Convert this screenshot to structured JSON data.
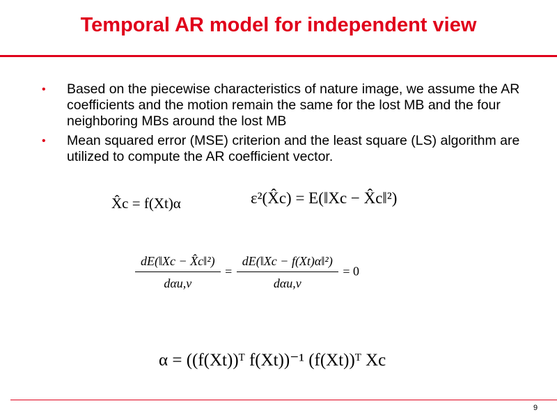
{
  "title": "Temporal AR model for independent view",
  "bullets": [
    "Based on the piecewise characteristics of nature image, we assume the AR coefficients and the motion remain the same for the lost MB and the four neighboring MBs around the lost MB",
    "Mean squared error (MSE) criterion and the least square (LS) algorithm are utilized to compute the AR coefficient vector."
  ],
  "equations": {
    "eq1": "X̂c = f(Xt)α",
    "eq2": "ε²(X̂c) = E(‖Xc − X̂c‖²)",
    "eq3_left_num": "dE(‖Xc − X̂c‖²)",
    "eq3_left_den": "dαu,v",
    "eq3_right_num": "dE(‖Xc − f(Xt)α‖²)",
    "eq3_right_den": "dαu,v",
    "eq3_result": "0",
    "eq4": "α = ((f(Xt))ᵀ f(Xt))⁻¹ (f(Xt))ᵀ Xc"
  },
  "page_number": "9",
  "colors": {
    "accent": "#e0001b"
  }
}
